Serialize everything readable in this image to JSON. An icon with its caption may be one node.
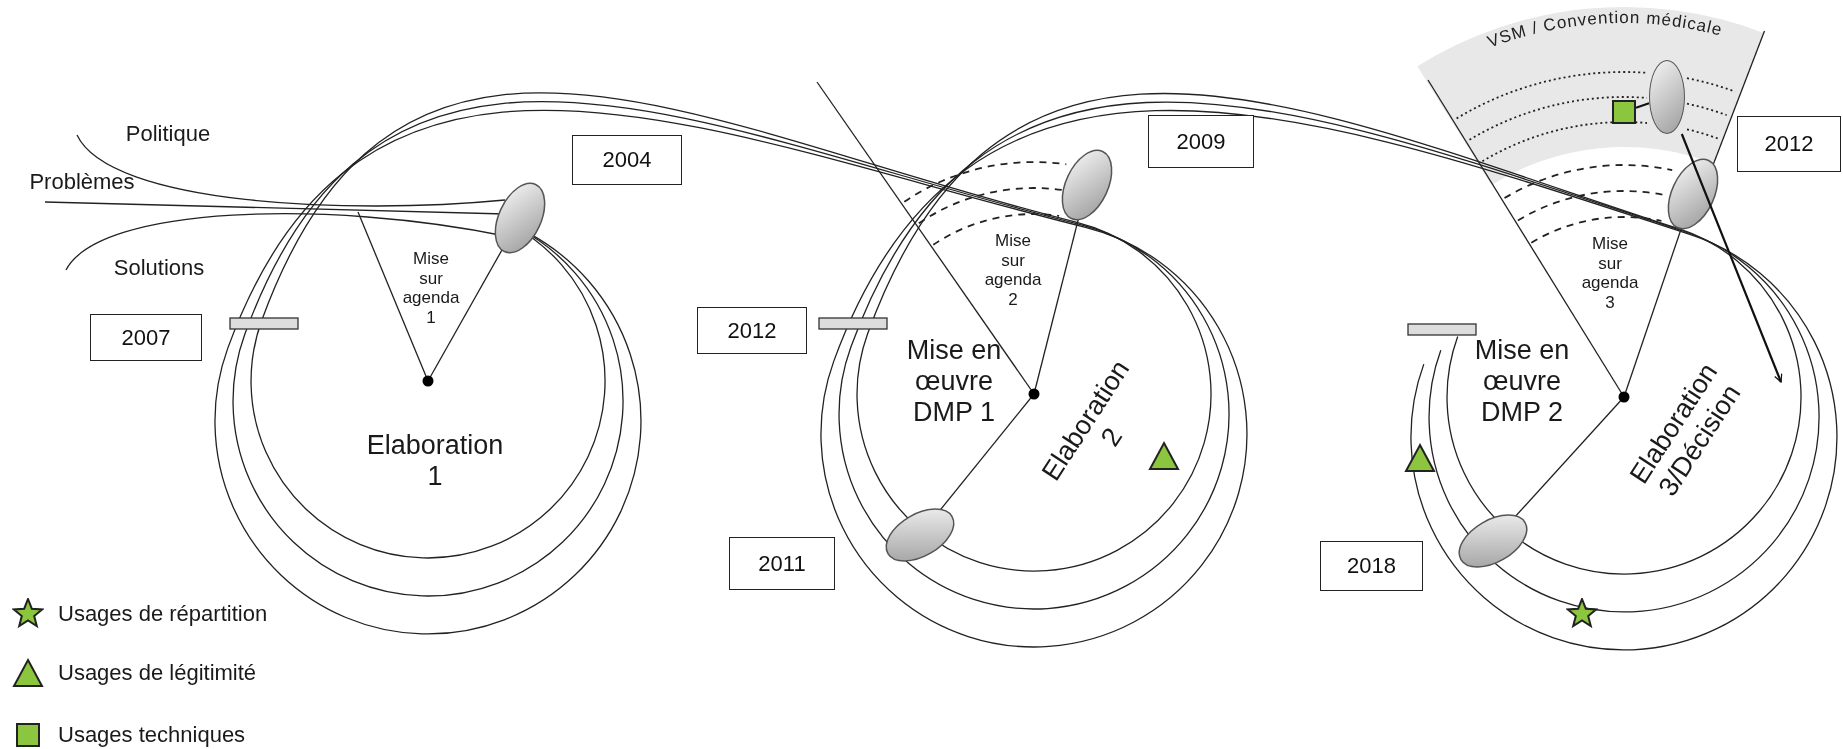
{
  "diagram": {
    "nodes": [
      {
        "text": [
          "2004"
        ]
      },
      {
        "text": [
          "2007"
        ]
      },
      {
        "text": [
          "2009"
        ]
      },
      {
        "text": [
          "2012"
        ]
      },
      {
        "text": [
          "2011"
        ]
      },
      {
        "text": [
          "2018"
        ]
      },
      {
        "text": [
          "2012"
        ]
      },
      {
        "text": [],
        "shape": "ellipse"
      },
      {
        "text": [],
        "shape": "box"
      }
    ],
    "edges": [
      {
        "from": 8,
        "to": 7,
        "arrow": "none"
      },
      {
        "from": 7,
        "to": null,
        "arrow": "to"
      }
    ],
    "labels": [
      "Politique",
      "Problèmes",
      "Solutions",
      "Mise sur agenda 1",
      "Elaboration 1",
      "Mise sur agenda 2",
      "Mise en œuvre DMP 1",
      "Elaboration 2",
      "VSM / Convention médicale",
      "Mise sur agenda 3",
      "Mise en œuvre DMP 2",
      "Elaboration 3/Décision"
    ],
    "legend": [
      {
        "text": "Usages de répartition"
      },
      {
        "text": "Usages de légitimité"
      },
      {
        "text": "Usages techniques"
      }
    ]
  }
}
